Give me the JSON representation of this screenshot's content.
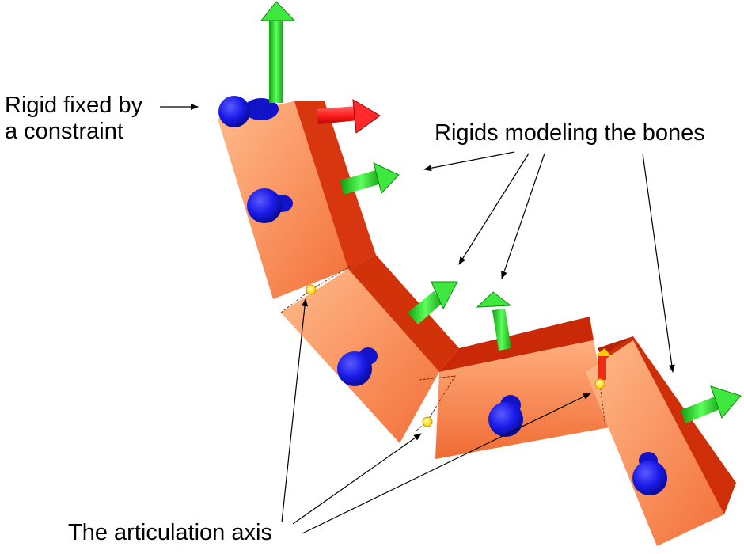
{
  "labels": {
    "fixed_line1": "Rigid fixed by",
    "fixed_line2": "a constraint",
    "bones": "Rigids modeling the bones",
    "axis": "The articulation axis"
  },
  "colors": {
    "body_front": "#f7945a",
    "body_front_light": "#ffb98e",
    "body_side": "#d82f0a",
    "body_top": "#c42705",
    "sphere": "#1515e6",
    "arrow_green": "#22dd22",
    "arrow_red": "#ee1a1a",
    "joint": "#ffee00"
  },
  "icons": [
    "blue-sphere-handle-icon",
    "green-axis-arrow-icon",
    "red-axis-arrow-icon",
    "joint-point-icon"
  ]
}
